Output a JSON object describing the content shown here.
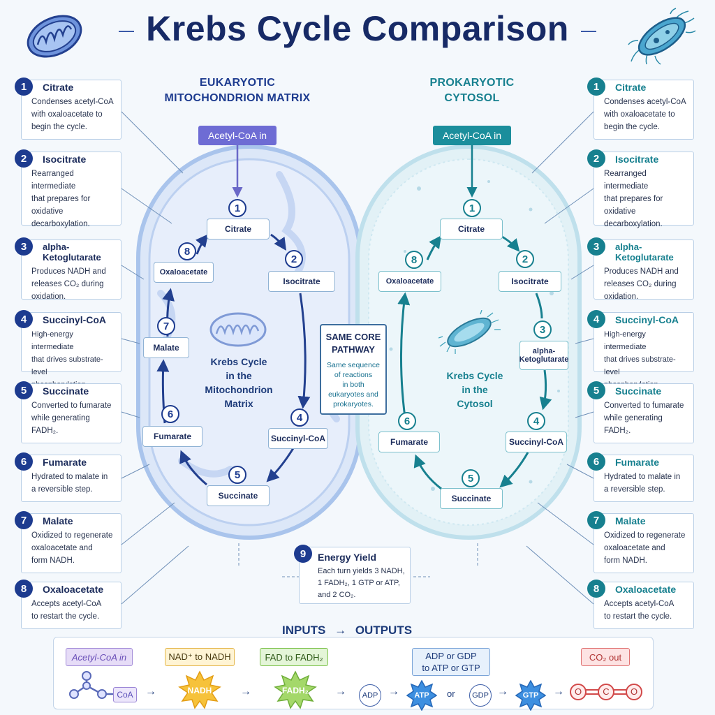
{
  "title": "Krebs Cycle Comparison",
  "eukaryotic": {
    "heading": [
      "EUKARYOTIC",
      "MITOCHONDRION MATRIX"
    ],
    "input": "Acetyl-CoA in",
    "center_label": [
      "Krebs Cycle",
      "in the",
      "Mitochondrion",
      "Matrix"
    ],
    "nodes": [
      "Citrate",
      "Isocitrate",
      "Succinyl-CoA",
      "Succinate",
      "Fumarate",
      "Malate",
      "Oxaloacetate"
    ]
  },
  "prokaryotic": {
    "heading": [
      "PROKARYOTIC",
      "CYTOSOL"
    ],
    "input": "Acetyl-CoA in",
    "center_label": [
      "Krebs Cycle",
      "in the",
      "Cytosol"
    ],
    "nodes": [
      "Citrate",
      "Isocitrate",
      "alpha-Ketoglutarate",
      "Succinyl-CoA",
      "Succinate",
      "Fumarate",
      "Oxaloacetate"
    ]
  },
  "steps": [
    {
      "num": "1",
      "title": "Citrate",
      "desc": [
        "Condenses acetyl-CoA",
        "with oxaloacetate to",
        "begin the cycle."
      ]
    },
    {
      "num": "2",
      "title": "Isocitrate",
      "desc": [
        "Rearranged intermediate",
        "that prepares for",
        "oxidative",
        "decarboxylation."
      ]
    },
    {
      "num": "3",
      "title": "alpha-Ketoglutarate",
      "desc": [
        "Produces NADH and",
        "releases CO₂ during",
        "oxidation."
      ]
    },
    {
      "num": "4",
      "title": "Succinyl-CoA",
      "desc": [
        "High-energy intermediate",
        "that drives substrate-level",
        "phosphorylation."
      ]
    },
    {
      "num": "5",
      "title": "Succinate",
      "desc": [
        "Converted to fumarate",
        "while generating",
        "FADH₂."
      ]
    },
    {
      "num": "6",
      "title": "Fumarate",
      "desc": [
        "Hydrated to malate in",
        "a reversible step."
      ]
    },
    {
      "num": "7",
      "title": "Malate",
      "desc": [
        "Oxidized to regenerate",
        "oxaloacetate and",
        "form NADH."
      ]
    },
    {
      "num": "8",
      "title": "Oxaloacetate",
      "desc": [
        "Accepts acetyl-CoA",
        "to restart the cycle."
      ]
    }
  ],
  "core": {
    "title": [
      "SAME CORE",
      "PATHWAY"
    ],
    "desc": [
      "Same sequence",
      "of reactions",
      "in both",
      "eukaryotes and",
      "prokaryotes."
    ]
  },
  "energy": {
    "num": "9",
    "title": "Energy Yield",
    "desc": [
      "Each turn yields 3 NADH,",
      "1 FADH₂, 1 GTP or ATP,",
      "and 2 CO₂."
    ]
  },
  "io": {
    "heading_in": "INPUTS",
    "arrow": "→",
    "heading_out": "OUTPUTS",
    "acetyl": "Acetyl-CoA in",
    "coa": "CoA",
    "nad": "NAD⁺ to NADH",
    "nadh": "NADH",
    "fad": "FAD to FADH₂",
    "fadh": "FADH₂",
    "adp_gdp": [
      "ADP or GDP",
      "to ATP or GTP"
    ],
    "adp": "ADP",
    "atp": "ATP",
    "or": "or",
    "gdp": "GDP",
    "gtp": "GTP",
    "co2": "CO₂ out",
    "o": "O",
    "c": "C"
  },
  "colors": {
    "navy": "#1d3b8f",
    "teal": "#17808f",
    "membrane": "#a9c4ec",
    "cytosol": "#bfe0ec"
  }
}
